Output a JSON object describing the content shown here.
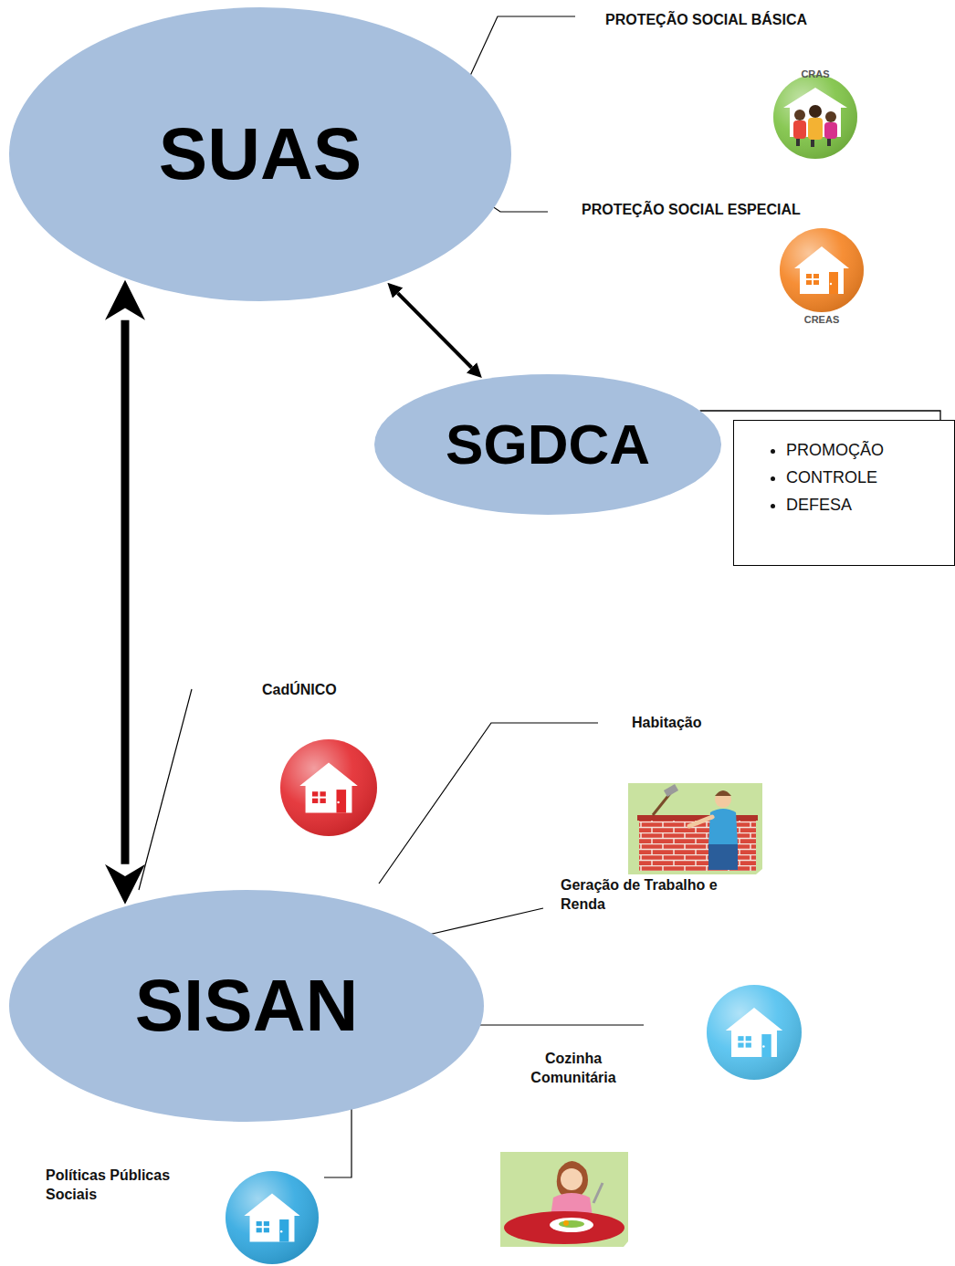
{
  "diagram": {
    "nodes": [
      {
        "text": [
          "SUAS"
        ]
      },
      {
        "text": [
          "SGDCA"
        ]
      },
      {
        "text": [
          "PROMOÇÃO",
          "CONTROLE",
          "DEFESA"
        ]
      },
      {
        "text": [
          "SISAN"
        ]
      }
    ],
    "edges": [
      {
        "from": 0,
        "to": 1,
        "arrow": "both"
      },
      {
        "from": 0,
        "to": 3,
        "arrow": "both"
      },
      {
        "from": 1,
        "to": 2,
        "arrow": "none"
      }
    ],
    "labels": [
      "PROTEÇÃO SOCIAL BÁSICA",
      "CRAS",
      "PROTEÇÃO SOCIAL ESPECIAL",
      "CREAS",
      "CadÚNICO",
      "Habitação",
      "Geração de Trabalho e Renda",
      "Cozinha Comunitária",
      "Políticas Públicas Sociais"
    ]
  }
}
